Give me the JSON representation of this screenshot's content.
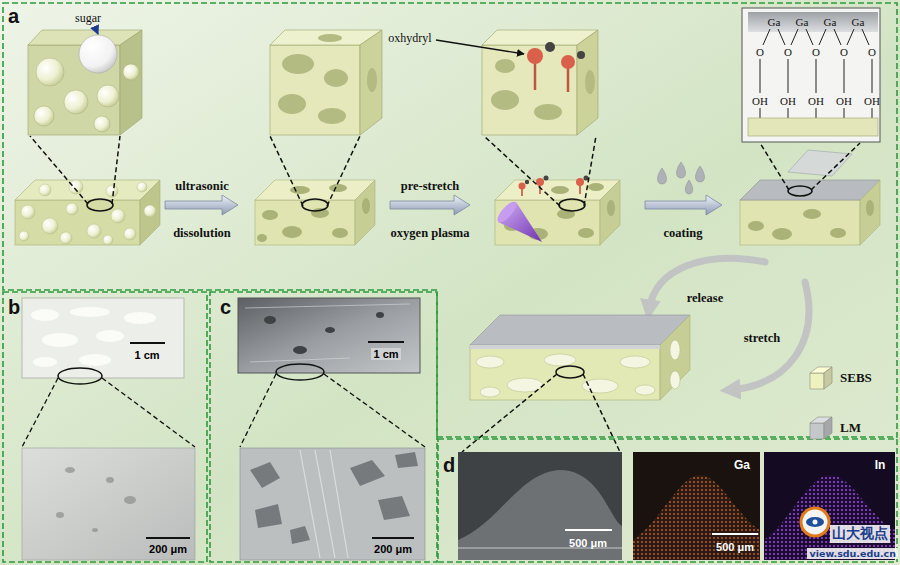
{
  "diagram": {
    "nodes": [
      {
        "text": [
          "a"
        ]
      },
      {
        "text": [
          "b"
        ]
      },
      {
        "text": [
          "c"
        ]
      },
      {
        "text": [
          "d"
        ]
      }
    ],
    "labels": [
      "sugar",
      "ultrasonic",
      "dissolution",
      "pre-stretch",
      "oxygen plasma",
      "oxhydryl",
      "coating",
      "Ga",
      "Ga",
      "Ga",
      "Ga",
      "O",
      "O",
      "O",
      "O",
      "O",
      "OH",
      "OH",
      "OH",
      "OH",
      "OH",
      "release",
      "stretch",
      "1 cm",
      "200 μm",
      "1 cm",
      "200 μm",
      "500 μm",
      "Ga",
      "500 μm",
      "In",
      "山大视点",
      "view.sdu.edu.cn"
    ],
    "legend": [
      {
        "text": "SEBS",
        "color": "#eef2bf"
      },
      {
        "text": "LM",
        "color": "#c5c8cb"
      }
    ]
  }
}
